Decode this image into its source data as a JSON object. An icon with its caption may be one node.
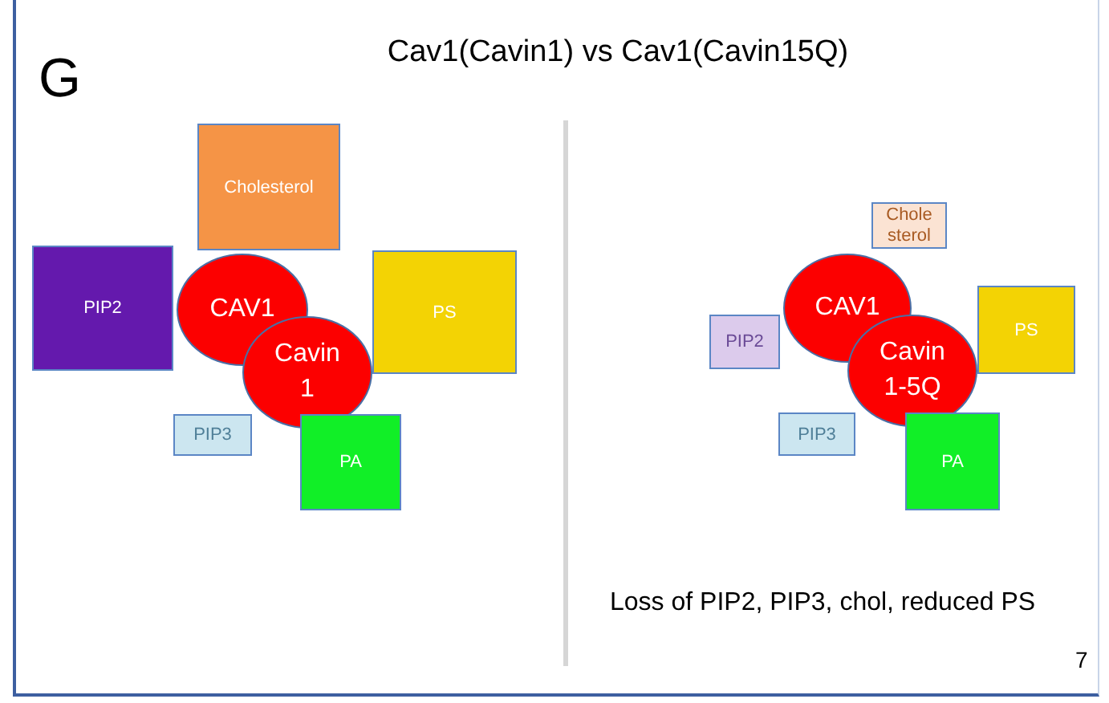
{
  "diagram": {
    "title": "Cav1(Cavin1) vs Cav1(Cavin15Q)",
    "nodes": [
      {
        "text": [
          "Cholesterol"
        ]
      },
      {
        "text": [
          "PIP2"
        ]
      },
      {
        "text": [
          "CAV1"
        ]
      },
      {
        "text": [
          "Cavin 1"
        ]
      },
      {
        "text": [
          "PS"
        ]
      },
      {
        "text": [
          "PIP3"
        ]
      },
      {
        "text": [
          "PA"
        ]
      },
      {
        "text": [
          "Chole sterol"
        ]
      },
      {
        "text": [
          "PIP2"
        ]
      },
      {
        "text": [
          "CAV1"
        ]
      },
      {
        "text": [
          "Cavin 1-5Q"
        ]
      },
      {
        "text": [
          "PS"
        ]
      },
      {
        "text": [
          "PIP3"
        ]
      },
      {
        "text": [
          "PA"
        ]
      }
    ],
    "labels": [
      "G",
      "Loss of PIP2, PIP3, chol, reduced PS",
      "7"
    ]
  }
}
